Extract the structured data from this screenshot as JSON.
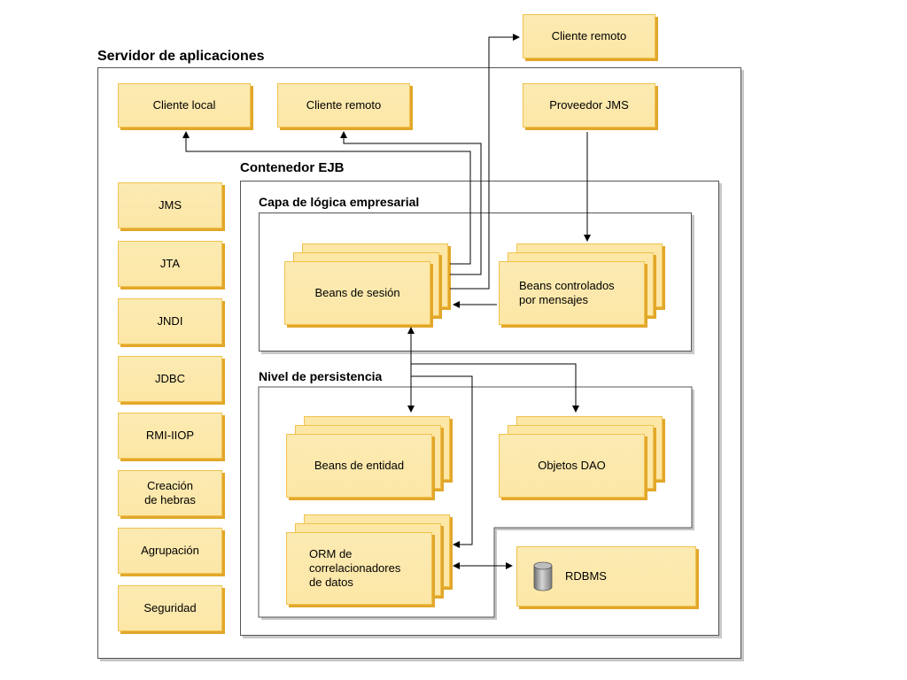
{
  "diagram": {
    "app_server": {
      "title": "Servidor de aplicaciones"
    },
    "ejb_container": {
      "title": "Contenedor EJB"
    },
    "business_tier": {
      "title": "Capa de lógica empresarial"
    },
    "persistence_tier": {
      "title": "Nivel de persistencia"
    },
    "clients": {
      "local": "Cliente local",
      "remote_inner": "Cliente remoto",
      "remote_outer": "Cliente remoto",
      "jms_provider": "Proveedor JMS"
    },
    "services": [
      "JMS",
      "JTA",
      "JNDI",
      "JDBC",
      "RMI-IIOP",
      "Creación\nde hebras",
      "Agrupación",
      "Seguridad"
    ],
    "components": {
      "session_beans": "Beans de sesión",
      "mdb": "Beans controlados\npor mensajes",
      "entity_beans": "Beans de entidad",
      "dao": "Objetos DAO",
      "orm": "ORM de\ncorrelacionadores\nde datos",
      "rdbms": "RDBMS"
    },
    "icons": {
      "database": "database-cylinder-icon"
    }
  }
}
